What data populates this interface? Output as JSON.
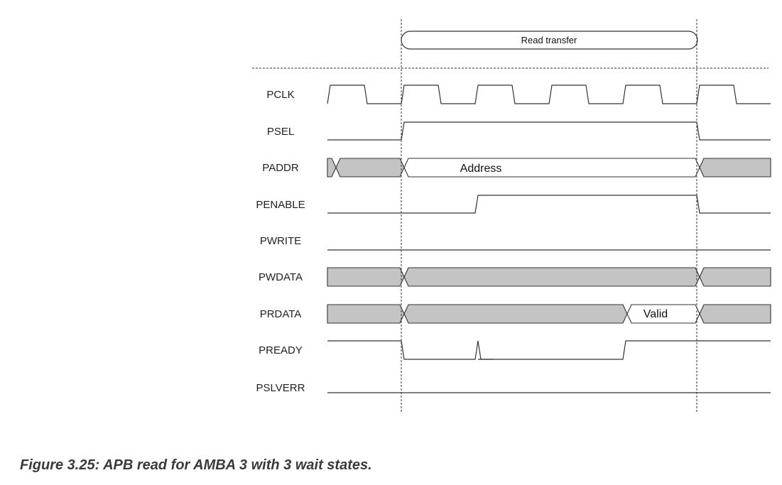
{
  "banner": {
    "label": "Read transfer"
  },
  "signals": [
    {
      "id": "pclk",
      "name": "PCLK",
      "kind": "clock"
    },
    {
      "id": "psel",
      "name": "PSEL",
      "kind": "bit"
    },
    {
      "id": "paddr",
      "name": "PADDR",
      "kind": "bus"
    },
    {
      "id": "penable",
      "name": "PENABLE",
      "kind": "bit"
    },
    {
      "id": "pwrite",
      "name": "PWRITE",
      "kind": "bit"
    },
    {
      "id": "pwdata",
      "name": "PWDATA",
      "kind": "bus"
    },
    {
      "id": "prdata",
      "name": "PRDATA",
      "kind": "bus"
    },
    {
      "id": "pready",
      "name": "PREADY",
      "kind": "bit"
    },
    {
      "id": "pslverr",
      "name": "PSLVERR",
      "kind": "bit"
    }
  ],
  "bus_values": {
    "paddr": "Address",
    "prdata": "Valid"
  },
  "colors": {
    "invalid_fill": "#c4c4c4",
    "line": "#333333",
    "caption": "#3a3a3a"
  },
  "caption": "Figure 3.25: APB read for AMBA 3 with 3 wait states."
}
